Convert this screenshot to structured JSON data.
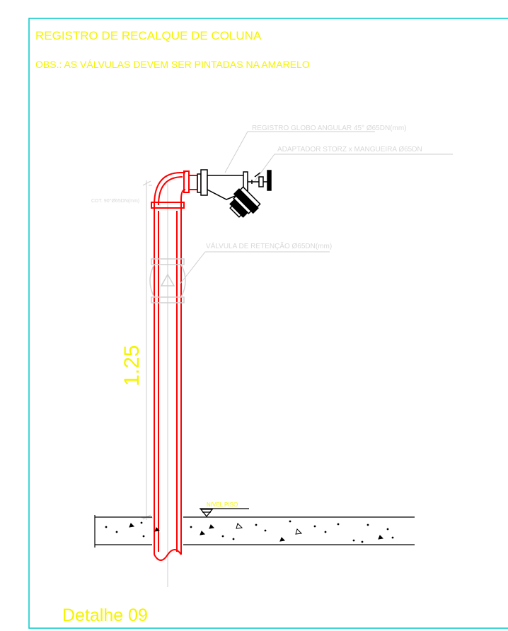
{
  "title": "REGISTRO DE RECALQUE DE COLUNA",
  "note": "OBS.: AS VÁLVULAS DEVEM SER PINTADAS NA AMARELO",
  "labels": {
    "globe_valve": "REGISTRO GLOBO ANGULAR 45° Ø65DN(mm)",
    "storz_adapter": "ADAPTADOR STORZ x MANGUEIRA Ø65DN",
    "elbow": "COT. 90°Ø65DN(mm)",
    "check_valve": "VÁLVULA DE RETENÇÃO Ø65DN(mm)",
    "floor_level": "NIVEL PISO"
  },
  "dimension": "1.25",
  "detail": "Detalhe 09",
  "colors": {
    "frame": "#00c8c8",
    "title_text": "#f4f400",
    "pipe": "#ff0000",
    "annotation": "#d8d8d8",
    "line": "#000000"
  }
}
